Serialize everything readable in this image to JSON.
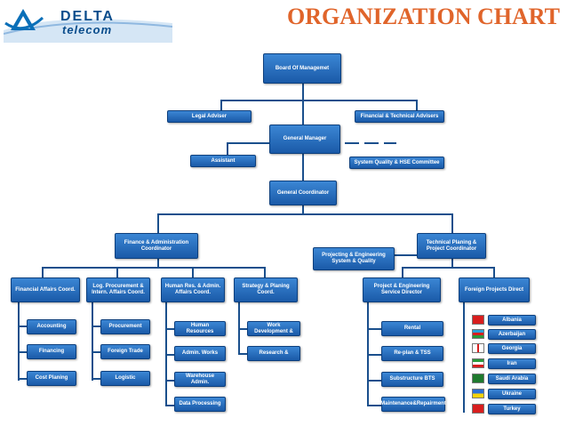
{
  "logo": {
    "line1": "DELTA",
    "line2": "telecom",
    "brand_color": "#0a4d8c"
  },
  "title": "ORGANIZATION CHART",
  "title_color": "#e0642a",
  "box_color": "#1f64b4",
  "top": {
    "board": "Board Of Managemet",
    "legal_adviser": "Legal Adviser",
    "fin_tech_advisers": "Financial & Technical Advisers",
    "general_manager": "General Manager",
    "assistant": "Assistant",
    "quality_committee": "System Quality & HSE  Committee",
    "general_coordinator": "General Coordinator"
  },
  "finance": {
    "coordinator": "Finance & Administration Coordinator",
    "financial_affairs": {
      "title": "Financial Affairs Coord.",
      "items": [
        "Accounting",
        "Financing",
        "Cost Planing"
      ]
    },
    "procurement": {
      "title": "Log.  Procurement & Intern. Affairs Coord.",
      "items": [
        "Procurement",
        "Foreign Trade",
        "Logistic"
      ]
    },
    "human_res": {
      "title": "Human Res. & Admin. Affairs Coord.",
      "items": [
        "Human Resources",
        "Admin. Works",
        "Warehouse Admin.",
        "Data Processing"
      ]
    },
    "strategy": {
      "title": "Strategy & Planing Coord.",
      "items": [
        "Work Development &",
        "Research &"
      ]
    }
  },
  "technical": {
    "coordinator": "Technical Planing & Project Coordinator",
    "projecting": "Projecting & Engineering System & Quality",
    "project_eng": {
      "title": "Project & Engineering Service  Director",
      "items": [
        "Rental",
        "Re-plan & TSS",
        "Substructure BTS",
        "Maintenance&Repairment"
      ]
    },
    "foreign": {
      "title": "Foreign Projects Direct",
      "countries": [
        "Albania",
        "Azerbaijan",
        "Georgia",
        "Iran",
        "Saudi Arabia",
        "Ukraine",
        "Turkey"
      ]
    }
  }
}
